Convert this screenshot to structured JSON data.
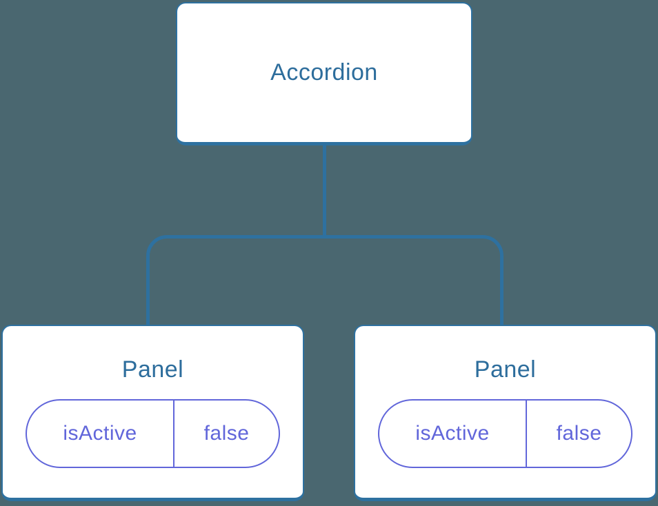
{
  "diagram": {
    "type": "component-tree",
    "tree": {
      "root": {
        "label": "Accordion"
      },
      "children": [
        {
          "label": "Panel",
          "state": {
            "key": "isActive",
            "value": "false"
          }
        },
        {
          "label": "Panel",
          "state": {
            "key": "isActive",
            "value": "false"
          }
        }
      ]
    }
  },
  "colors": {
    "background": "#4A6770",
    "node_border": "#2E71A0",
    "node_fill": "#FFFFFF",
    "node_title": "#2D6D9C",
    "connector": "#2E71A0",
    "pill_border": "#6166DA",
    "pill_text": "#6166DA"
  }
}
